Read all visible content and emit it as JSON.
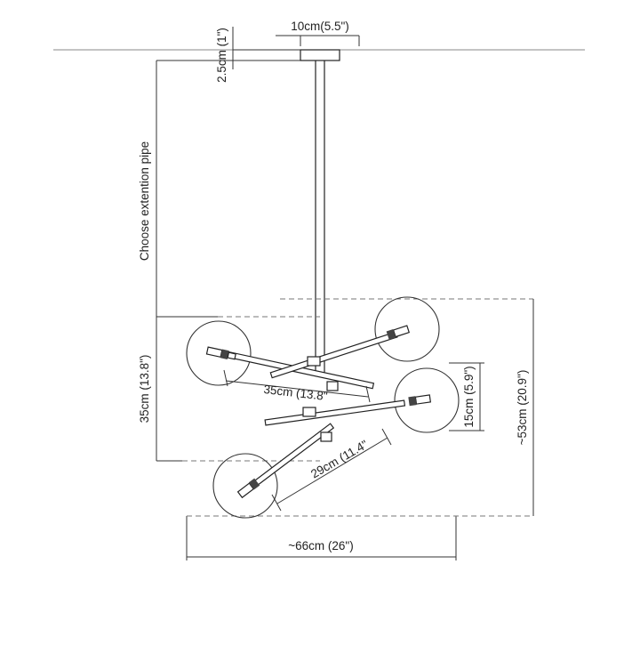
{
  "diagram": {
    "labels": {
      "canopy_width": "10cm(5.5ʺ)",
      "canopy_height": "2.5cm (1ʺ)",
      "extension": "Choose extention pipe",
      "body_height": "35cm (13.8ʺ)",
      "arm_long": "35cm (13.8ʺ",
      "arm_short": "29cm (11.4ʺ",
      "globe_diameter": "15cm (5.9ʺ)",
      "total_height": "~53cm (20.9ʺ)",
      "total_width": "~66cm (26ʺ)"
    },
    "colors": {
      "line": "#222222",
      "dash": "#777777",
      "socket": "#444444"
    }
  }
}
